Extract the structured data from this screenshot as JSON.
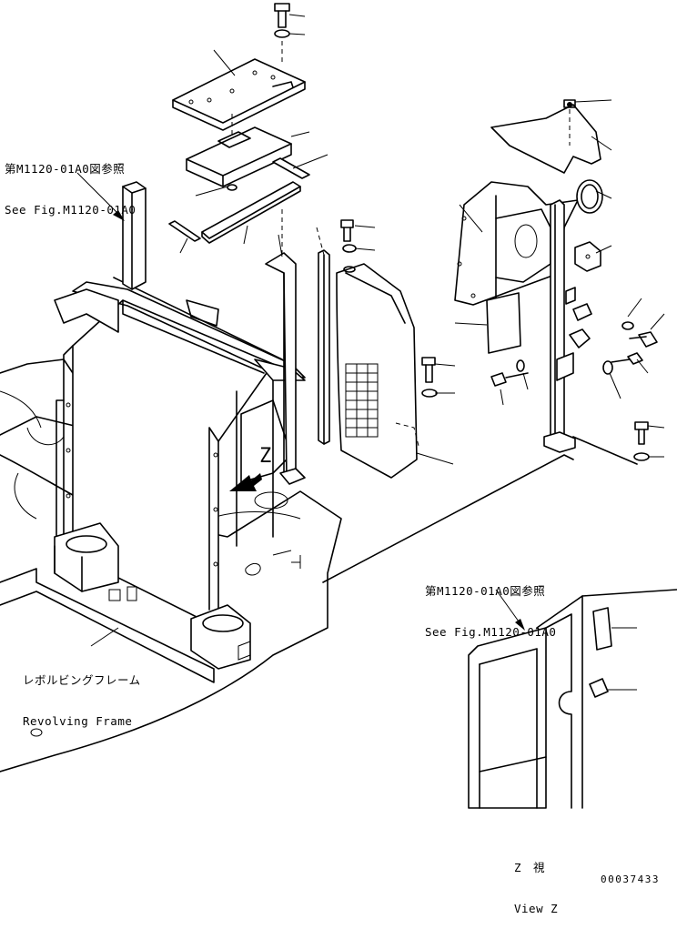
{
  "labels": {
    "ref_top_jp": "第M1120-01A0図参照",
    "ref_top_en": "See Fig.M1120-01A0",
    "ref_right_jp": "第M1120-01A0図参照",
    "ref_right_en": "See Fig.M1120-01A0",
    "frame_jp": "レボルビングフレーム",
    "frame_en": "Revolving Frame",
    "view_jp": "Z　視",
    "view_en": "View Z",
    "z_marker": "Z",
    "doc_number": "00037433"
  },
  "icons": {
    "view_arrow": "view-direction-arrow"
  }
}
